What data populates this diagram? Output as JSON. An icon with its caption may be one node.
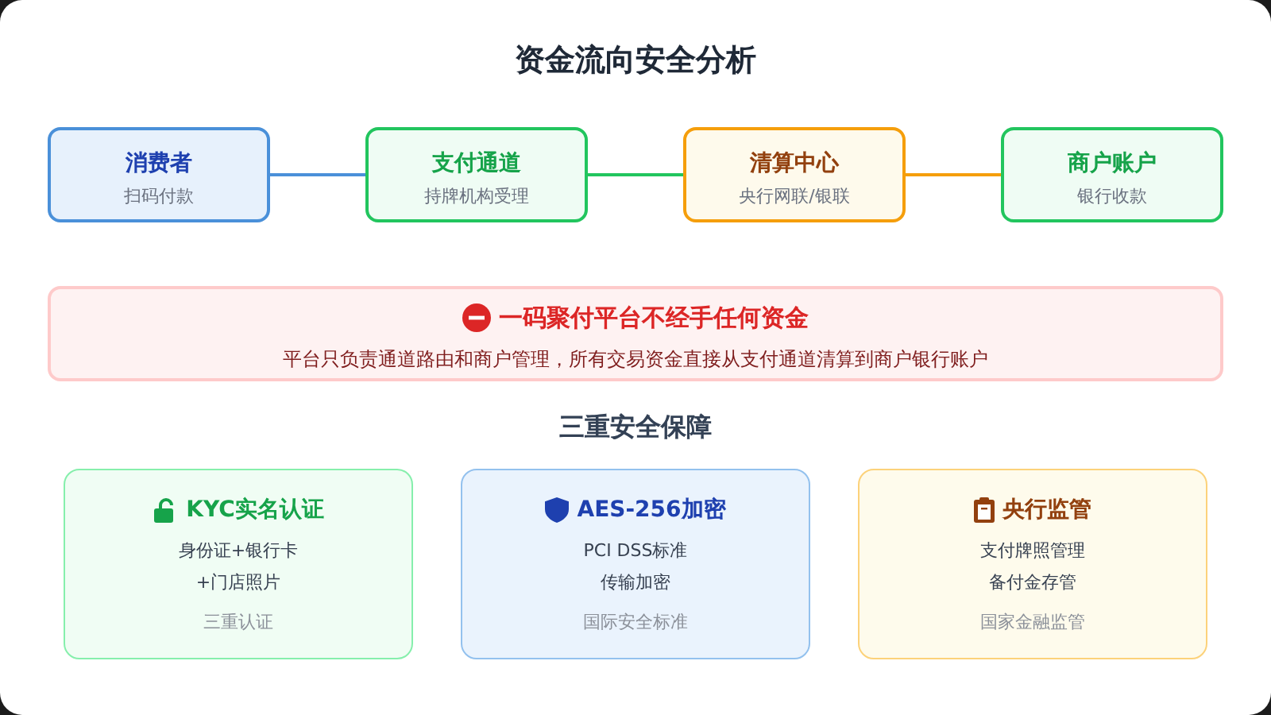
{
  "diagram": {
    "title": "资金流向安全分析",
    "nodes": [
      {
        "text": [
          "消费者",
          "扫码付款"
        ]
      },
      {
        "text": [
          "支付通道",
          "持牌机构受理"
        ]
      },
      {
        "text": [
          "清算中心",
          "央行网联/银联"
        ]
      },
      {
        "text": [
          "商户账户",
          "银行收款"
        ]
      },
      {
        "text": [
          "一码聚付平台不经手任何资金",
          "平台只负责通道路由和商户管理，所有交易资金直接从支付通道清算到商户银行账户"
        ]
      },
      {
        "text": [
          "KYC实名认证",
          "身份证+银行卡",
          "+门店照片",
          "三重认证"
        ]
      },
      {
        "text": [
          "AES-256加密",
          "PCI DSS标准",
          "传输加密",
          "国际安全标准"
        ]
      },
      {
        "text": [
          "央行监管",
          "支付牌照管理",
          "备付金存管",
          "国家金融监管"
        ]
      }
    ],
    "edges": [
      {
        "from": 0,
        "to": 1,
        "arrow": "none",
        "color": "#4a90d9"
      },
      {
        "from": 1,
        "to": 2,
        "arrow": "none",
        "color": "#22c55e"
      },
      {
        "from": 2,
        "to": 3,
        "arrow": "none",
        "color": "#f59e0b"
      }
    ],
    "labels": [
      "三重安全保障"
    ]
  }
}
